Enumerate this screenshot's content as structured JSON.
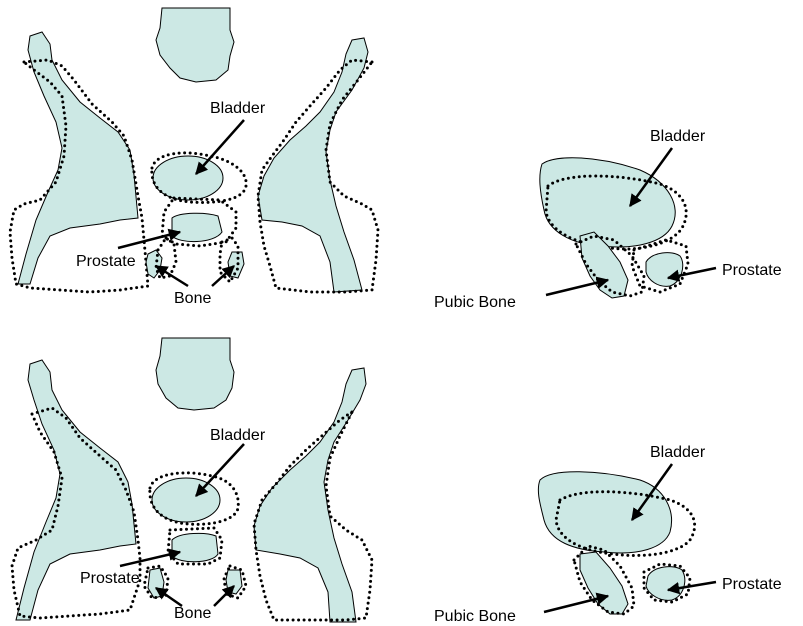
{
  "labels": {
    "bladder": "Bladder",
    "prostate": "Prostate",
    "bone": "Bone",
    "pubic_bone": "Pubic Bone"
  },
  "colors": {
    "organ_fill": "#cce8e4",
    "outline": "#000000"
  }
}
